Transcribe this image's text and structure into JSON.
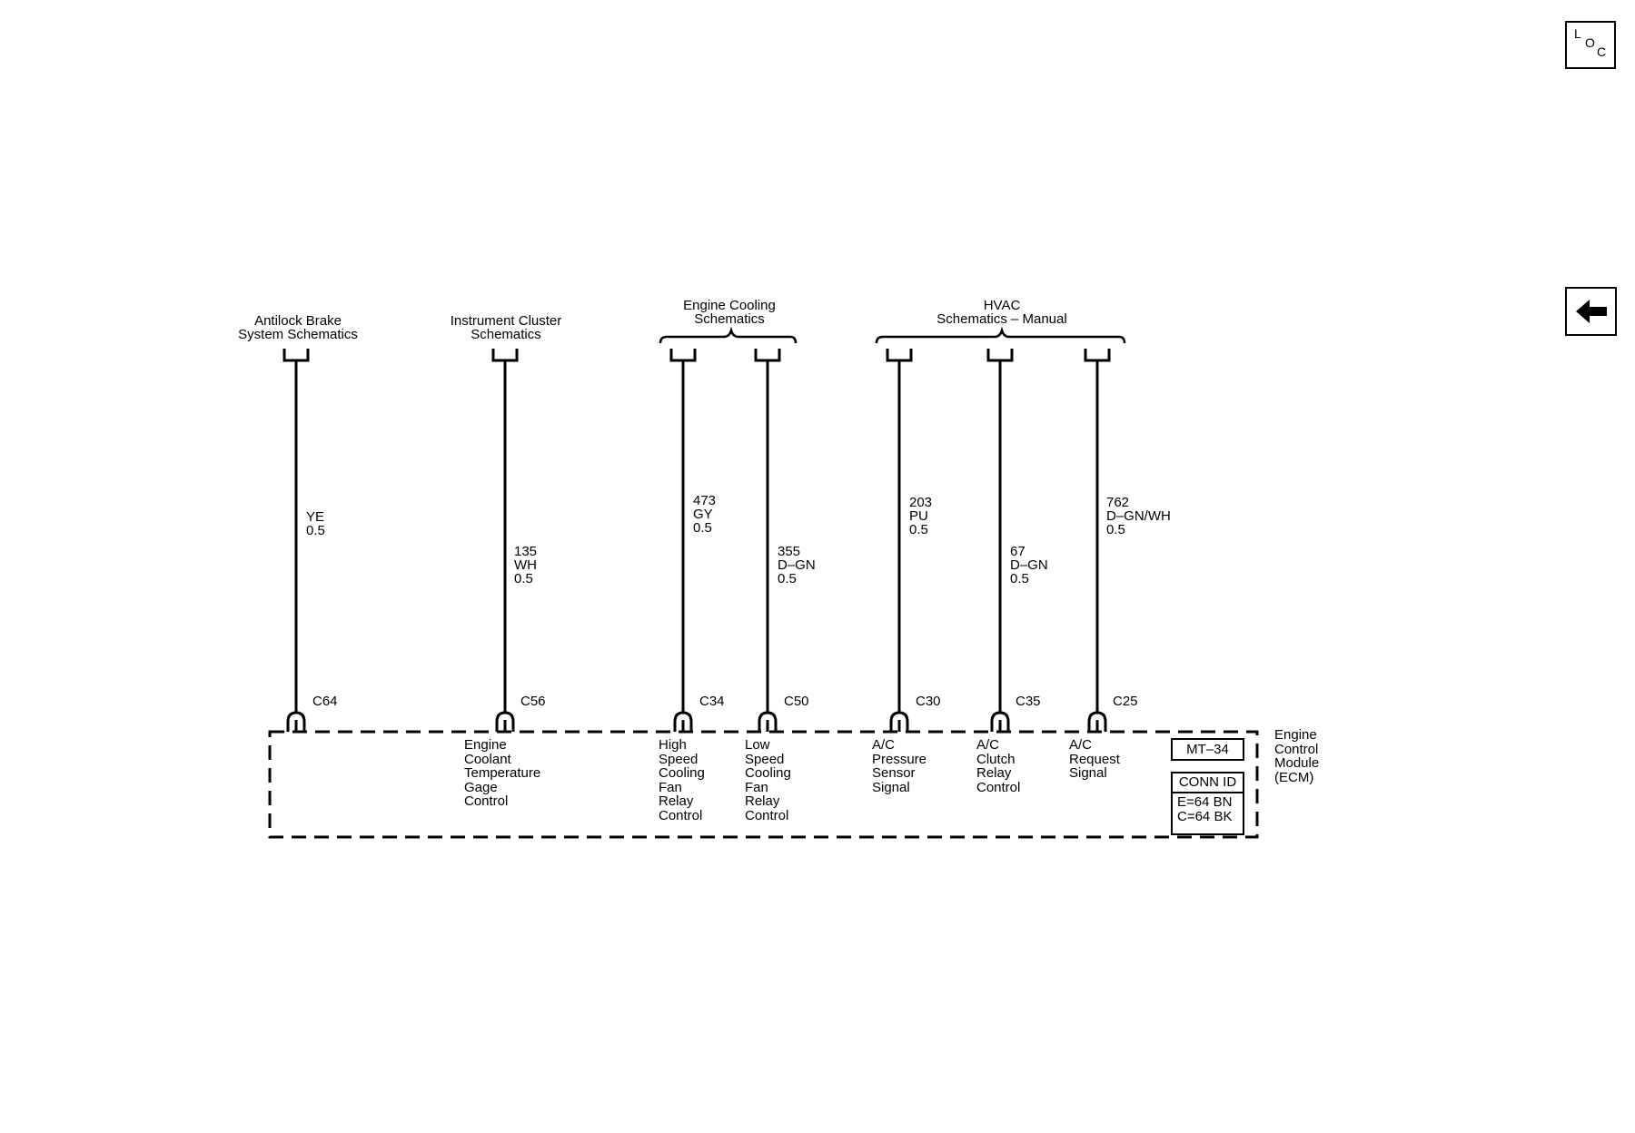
{
  "destinations": [
    {
      "text": "Antilock Brake\nSystem Schematics"
    },
    {
      "text": "Instrument Cluster\nSchematics"
    },
    {
      "text": "Engine Cooling\nSchematics"
    },
    {
      "text": "HVAC\nSchematics – Manual"
    }
  ],
  "circuits": [
    {
      "wire": "YE\n0.5",
      "pin": "C64",
      "function": ""
    },
    {
      "wire": "135\nWH\n0.5",
      "pin": "C56",
      "function": "Engine\nCoolant\nTemperature\nGage\nControl"
    },
    {
      "wire": "473\nGY\n0.5",
      "pin": "C34",
      "function": "High\nSpeed\nCooling\nFan\nRelay\nControl"
    },
    {
      "wire": "355\nD–GN\n0.5",
      "pin": "C50",
      "function": "Low\nSpeed\nCooling\nFan\nRelay\nControl"
    },
    {
      "wire": "203\nPU\n0.5",
      "pin": "C30",
      "function": "A/C\nPressure\nSensor\nSignal"
    },
    {
      "wire": "67\nD–GN\n0.5",
      "pin": "C35",
      "function": "A/C\nClutch\nRelay\nControl"
    },
    {
      "wire": "762\nD–GN/WH\n0.5",
      "pin": "C25",
      "function": "A/C\nRequest\nSignal"
    }
  ],
  "module": {
    "name": "Engine\nControl\nModule\n(ECM)",
    "page_id": "MT–34",
    "conn_id_title": "CONN ID",
    "conn_id_values": "E=64 BN\nC=64 BK"
  },
  "nav": {
    "loc_letters": [
      "L",
      "O",
      "C"
    ],
    "back_icon": "left-arrow-icon"
  }
}
